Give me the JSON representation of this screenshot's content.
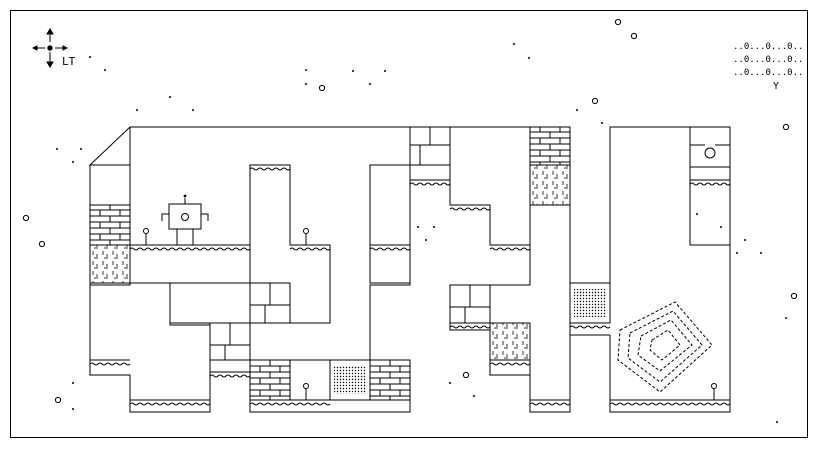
{
  "hud": {
    "dpad": {
      "icon": "dpad-arrows-icon"
    },
    "trigger_label": "LT",
    "minimap": {
      "rows": [
        "..0...0...0..",
        "..0...0...0..",
        "..0...0...0.."
      ]
    },
    "y_label": "Y"
  },
  "player": {
    "icon": "robot-player-icon"
  },
  "colors": {
    "ink": "#000000",
    "paper": "#ffffff"
  }
}
